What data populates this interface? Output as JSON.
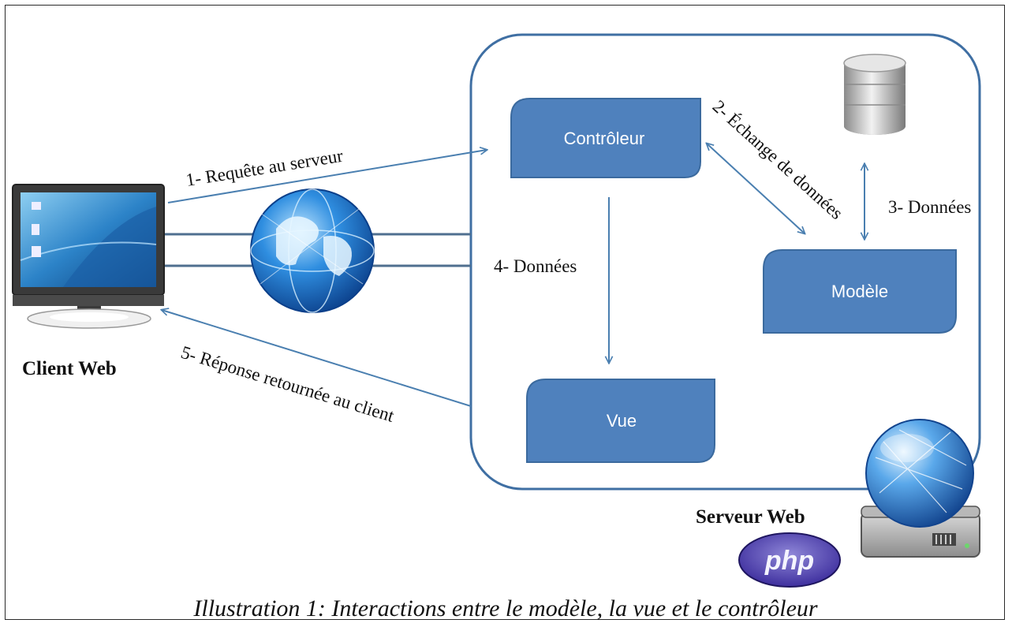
{
  "boxes": {
    "controleur": "Contrôleur",
    "modele": "Modèle",
    "vue": "Vue"
  },
  "arrows": {
    "requete": "1- Requête au serveur",
    "echange": "2- Échange de données",
    "donnees_db": "3- Données",
    "donnees_vue": "4- Données",
    "reponse": "5- Réponse retournée au client"
  },
  "labels": {
    "client": "Client Web",
    "serveur": "Serveur Web",
    "php": "php"
  },
  "caption": "Illustration 1: Interactions entre le modèle, la vue et le contrôleur",
  "colors": {
    "box": "#4f81bd",
    "box_border": "#3b6a9e",
    "arrow": "#4a7fb0",
    "server_outline": "#3f6fa3"
  }
}
